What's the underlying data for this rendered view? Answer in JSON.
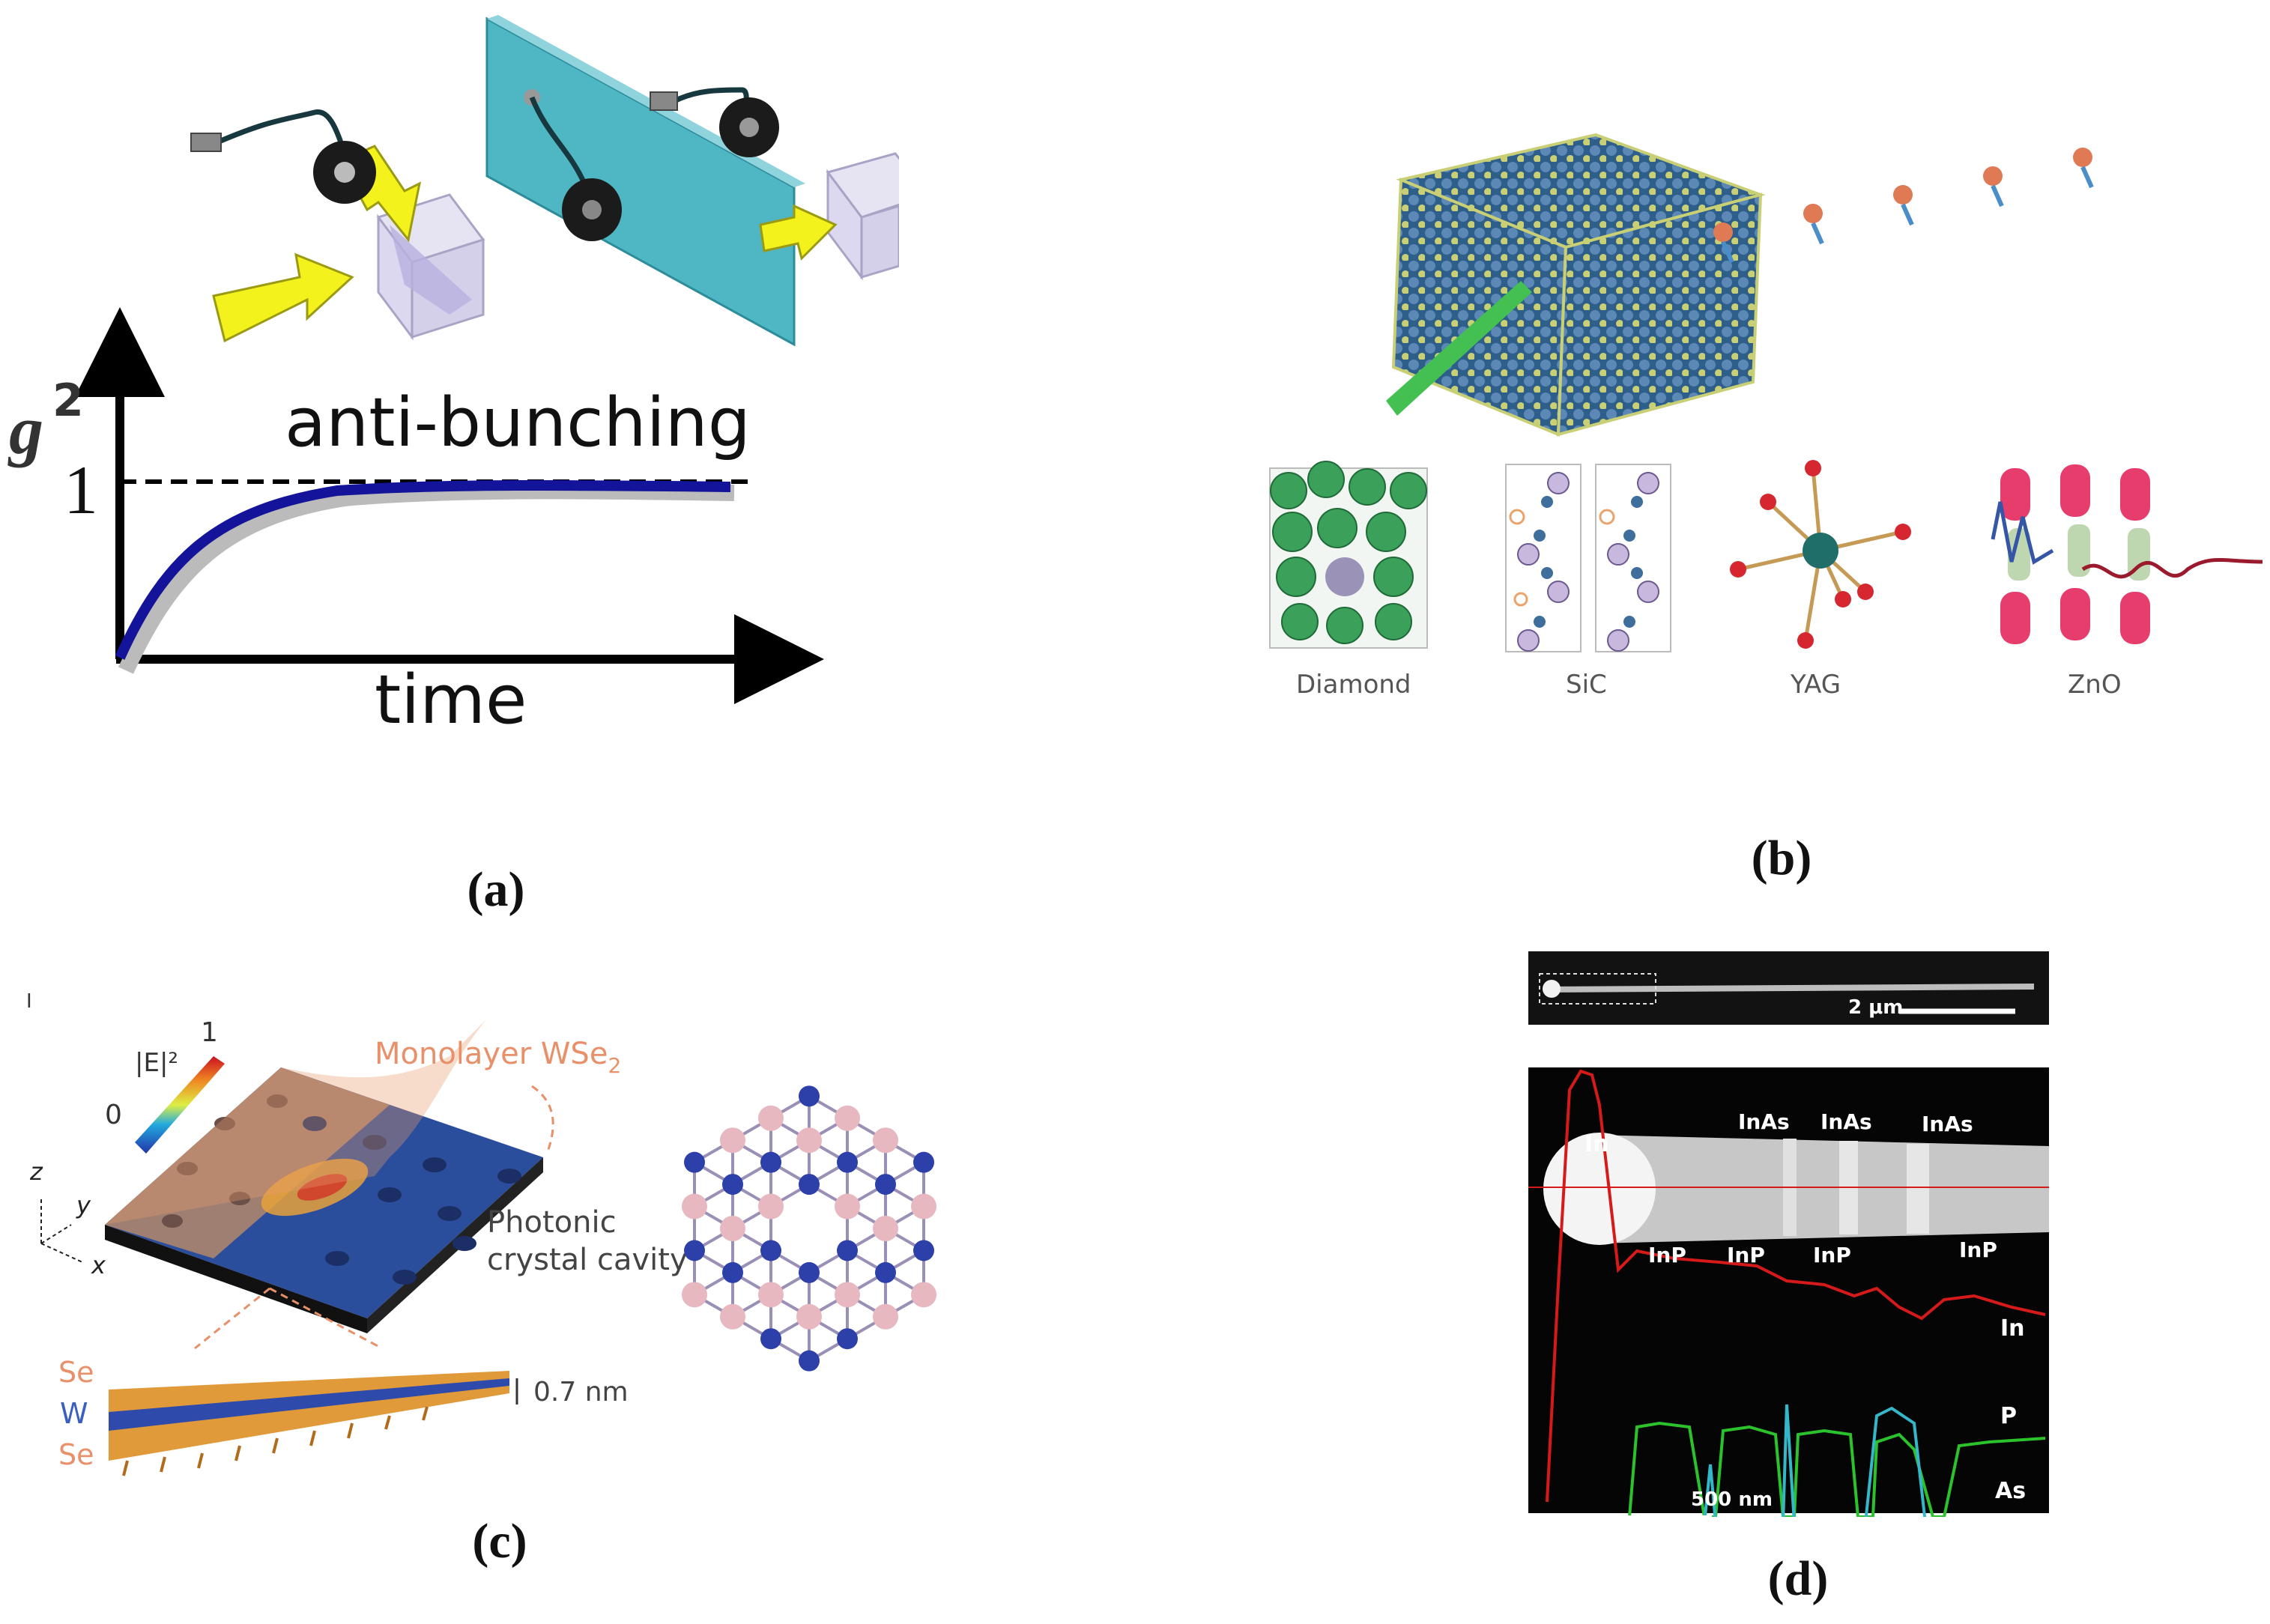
{
  "panel_a": {
    "ylabel_sym": "g",
    "ylabel_exp": "2",
    "y_tick": "1",
    "annotation": "anti-bunching",
    "xlabel": "time",
    "caption": "(a)"
  },
  "panel_b": {
    "materials": [
      "Diamond",
      "SiC",
      "YAG",
      "ZnO"
    ],
    "caption": "(b)"
  },
  "panel_c": {
    "panel_letter": "I",
    "colorbar_max": "1",
    "colorbar_min": "0",
    "colorbar_label": "|E|²",
    "monolayer_label": "Monolayer WSe",
    "monolayer_sub": "2",
    "cavity_label_1": "Photonic",
    "cavity_label_2": "crystal cavity",
    "axis_z": "z",
    "axis_y": "y",
    "axis_x": "x",
    "layer_top": "Se",
    "layer_mid": "W",
    "layer_bottom": "Se",
    "thickness": "0.7 nm",
    "caption": "(c)"
  },
  "panel_d": {
    "scalebar_top": "2 μm",
    "labels_top": [
      "InAs",
      "InAs",
      "InAs"
    ],
    "labels_bottom": [
      "InP",
      "InP",
      "InP",
      "InP"
    ],
    "tip_label": "In",
    "trace_in": "In",
    "trace_p": "P",
    "trace_as": "As",
    "scalebar_bottom": "500 nm",
    "colors": {
      "in": "#d61a1a",
      "p": "#2bc22b",
      "as": "#33b7c9"
    },
    "caption": "(d)"
  }
}
